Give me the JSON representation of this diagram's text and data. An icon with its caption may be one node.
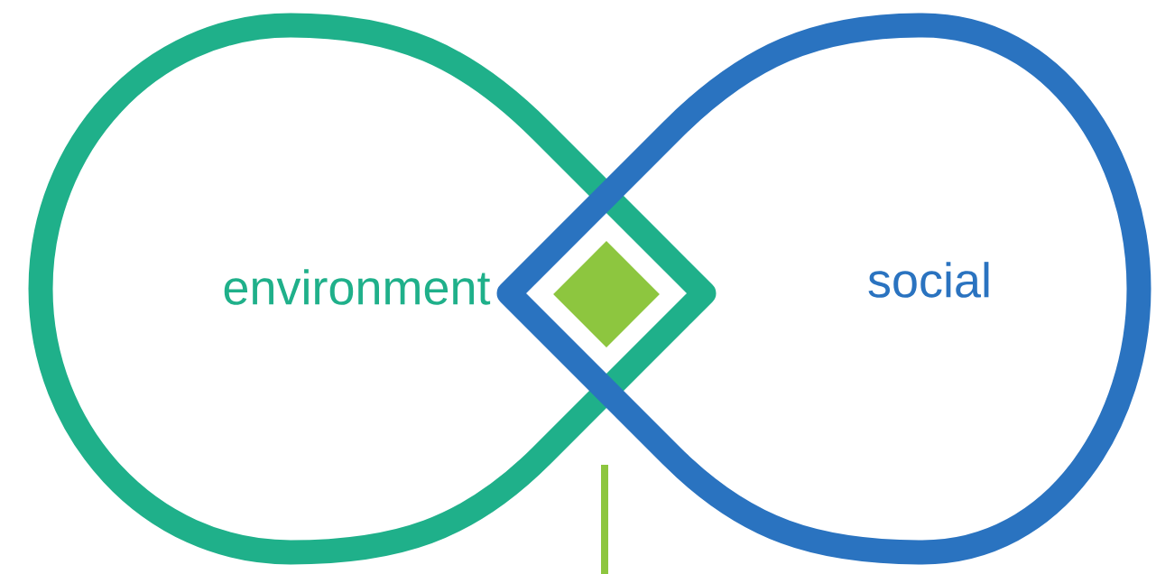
{
  "diagram": {
    "nodes": [
      {
        "text": [
          "environment"
        ]
      },
      {
        "text": [
          "social"
        ]
      },
      {
        "text": [],
        "shape": "diamond"
      }
    ]
  }
}
